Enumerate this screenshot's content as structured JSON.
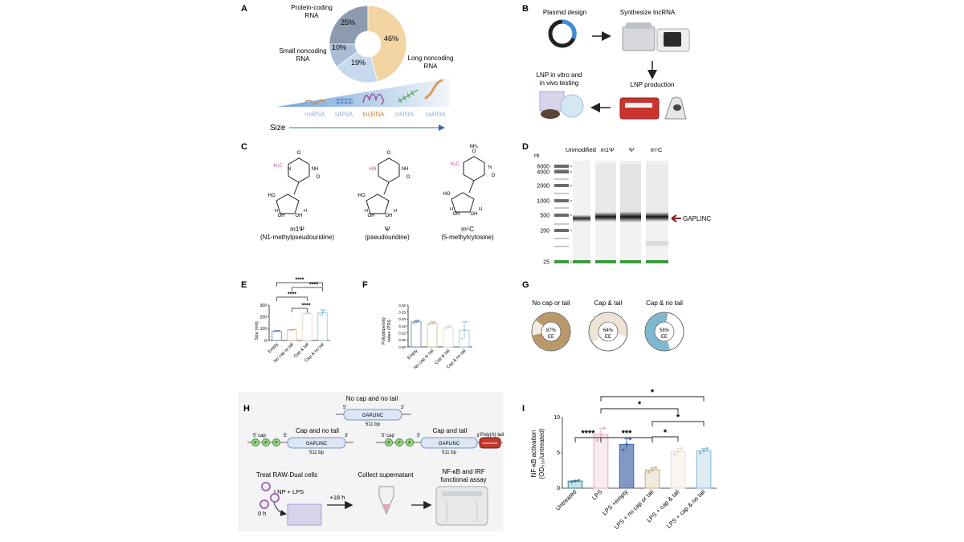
{
  "panels": {
    "A": "A",
    "B": "B",
    "C": "C",
    "D": "D",
    "E": "E",
    "F": "F",
    "G": "G",
    "H": "H",
    "I": "I"
  },
  "panelA": {
    "donut": [
      {
        "label_l1": "Protein-coding",
        "label_l2": "RNA",
        "percent": 25,
        "pct_label": "25%",
        "color": "#8c9bb0"
      },
      {
        "label_l1": "Long noncoding",
        "label_l2": "RNA",
        "percent": 46,
        "pct_label": "46%",
        "color": "#f2d5a3"
      },
      {
        "label_l1": "",
        "label_l2": "",
        "percent": 19,
        "pct_label": "19%",
        "color": "#c6d9ee"
      },
      {
        "label_l1": "Small noncoding",
        "label_l2": "RNA",
        "percent": 10,
        "pct_label": "10%",
        "color": "#a9bdd6"
      }
    ],
    "rna_types": [
      "miRNA",
      "siRNA",
      "lncRNA",
      "mRNA",
      "saRNA"
    ],
    "size_label": "Size"
  },
  "panelB": {
    "plasmid": "Plasmid design",
    "synth": "Synthesize lncRNA",
    "lnp": "LNP production",
    "testing_l1": "LNP in vitro and",
    "testing_l2": "in vivo testing"
  },
  "panelC": {
    "molecules": [
      {
        "name": "m1Ψ",
        "full": "(N1-methylpseudouridine)"
      },
      {
        "name": "Ψ",
        "full": "(pseudouridine)"
      },
      {
        "name": "m⁵C",
        "full": "(5-methylcytosine)"
      }
    ],
    "atoms": {
      "h3c": "H₃C",
      "hn": "HN",
      "nh": "NH",
      "n": "N",
      "o": "O",
      "ho": "HO",
      "oh": "OH",
      "h": "H",
      "nh2": "NH₂"
    }
  },
  "panelD": {
    "nt_label": "nt",
    "ladder": [
      "6000",
      "4000",
      "2000",
      "1000",
      "500",
      "200",
      "25"
    ],
    "lanes": [
      "Unmodified",
      "m1Ψ",
      "Ψ",
      "m⁵C"
    ],
    "arrow_label": "GAPLINC"
  },
  "panelE": {
    "ylabel": "Size (nm)",
    "yticks": [
      "0",
      "100",
      "200",
      "300"
    ],
    "categories": [
      "Empty",
      "No cap or tail",
      "Cap & tail",
      "Cap & no tail"
    ],
    "stars": [
      "****",
      "****",
      "****",
      "****"
    ]
  },
  "panelF": {
    "ylabel_l1": "Polydispersity",
    "ylabel_l2": "index (PDI)",
    "yticks": [
      "0.00",
      "0.05",
      "0.10",
      "0.15",
      "0.20",
      "0.25",
      "0.30"
    ],
    "categories": [
      "Empty",
      "No cap or tail",
      "Cap & tail",
      "Cap & no tail"
    ]
  },
  "panelG": {
    "donuts": [
      {
        "title": "No cap or tail",
        "pct": "87%",
        "ee": "EE",
        "value": 87,
        "color": "#b9996a"
      },
      {
        "title": "Cap & tail",
        "pct": "64%",
        "ee": "EE",
        "value": 64,
        "color": "#ede4d6"
      },
      {
        "title": "Cap & no tail",
        "pct": "58%",
        "ee": "EE",
        "value": 58,
        "color": "#7fb7cf"
      }
    ]
  },
  "panelH": {
    "no_cap_title": "No cap and no tail",
    "cap_no_tail_title": "Cap and no tail",
    "cap_tail_title": "Cap and tail",
    "gaplinc": "GAPLINC",
    "bp": "511 bp",
    "five_prime": "5'",
    "three_prime": "3'",
    "five_cap": "5' cap",
    "polya": "Poly(A) tail",
    "polya_seq": "AAAAAAA",
    "p": "P",
    "step1": "Treat RAW-Dual cells",
    "lnp_lps": "LNP + LPS",
    "zero_h": "0 h",
    "eighteen_h": "+18 h",
    "step2": "Collect supernatant",
    "step3_l1": "NF-κB and IRF",
    "step3_l2": "functional assay"
  },
  "chart_data": [
    {
      "type": "bar",
      "panel": "E",
      "categories": [
        "Empty",
        "No cap or tail",
        "Cap & tail",
        "Cap & no tail"
      ],
      "values": [
        80,
        90,
        230,
        235
      ],
      "points": [
        [
          78,
          80,
          82
        ],
        [
          88,
          90,
          92
        ],
        [
          225,
          230,
          235
        ],
        [
          215,
          235,
          255
        ]
      ],
      "errors": [
        3,
        3,
        8,
        25
      ],
      "colors": [
        "#4a6fa8",
        "#c9ac7a",
        "#d9cdb8",
        "#7fb7cf"
      ],
      "ylim": [
        0,
        300
      ],
      "ylabel": "Size (nm)"
    },
    {
      "type": "bar",
      "panel": "F",
      "categories": [
        "Empty",
        "No cap or tail",
        "Cap & tail",
        "Cap & no tail"
      ],
      "values": [
        0.18,
        0.17,
        0.14,
        0.12
      ],
      "points": [
        [
          0.17,
          0.18,
          0.19
        ],
        [
          0.16,
          0.17,
          0.18
        ],
        [
          0.13,
          0.14,
          0.15
        ],
        [
          0.06,
          0.12,
          0.18
        ]
      ],
      "errors": [
        0.01,
        0.01,
        0.01,
        0.06
      ],
      "colors": [
        "#4a6fa8",
        "#c9ac7a",
        "#d9cdb8",
        "#7fb7cf"
      ],
      "ylim": [
        0,
        0.3
      ],
      "ylabel": "Polydispersity index (PDI)"
    },
    {
      "type": "bar",
      "panel": "I",
      "categories": [
        "Untreated",
        "LPS",
        "LPS +empty",
        "LPS + no cap or tail",
        "LPS + cap & tail",
        "LPS + cap & no tail"
      ],
      "values": [
        1.0,
        7.6,
        6.2,
        2.6,
        5.2,
        5.3
      ],
      "points": [
        [
          0.9,
          1.0,
          1.1
        ],
        [
          6.8,
          7.6,
          8.5
        ],
        [
          5.4,
          6.2,
          7.0
        ],
        [
          2.3,
          2.6,
          2.9
        ],
        [
          4.8,
          5.2,
          5.6
        ],
        [
          5.0,
          5.3,
          5.6
        ]
      ],
      "errors": [
        0.1,
        0.9,
        0.8,
        0.3,
        0.4,
        0.3
      ],
      "colors": [
        "#2e7f91",
        "#e8aab8",
        "#3f63a8",
        "#c9ac7a",
        "#e6dccb",
        "#7fb7cf"
      ],
      "ylim": [
        0,
        10
      ],
      "yticks": [
        0,
        5,
        10
      ],
      "ylabel_l1": "NF-κB activation",
      "ylabel_l2": "(OD₆₅₀/untreated)",
      "stars": [
        "****",
        "***",
        "*",
        "*",
        "*",
        "*"
      ]
    }
  ]
}
